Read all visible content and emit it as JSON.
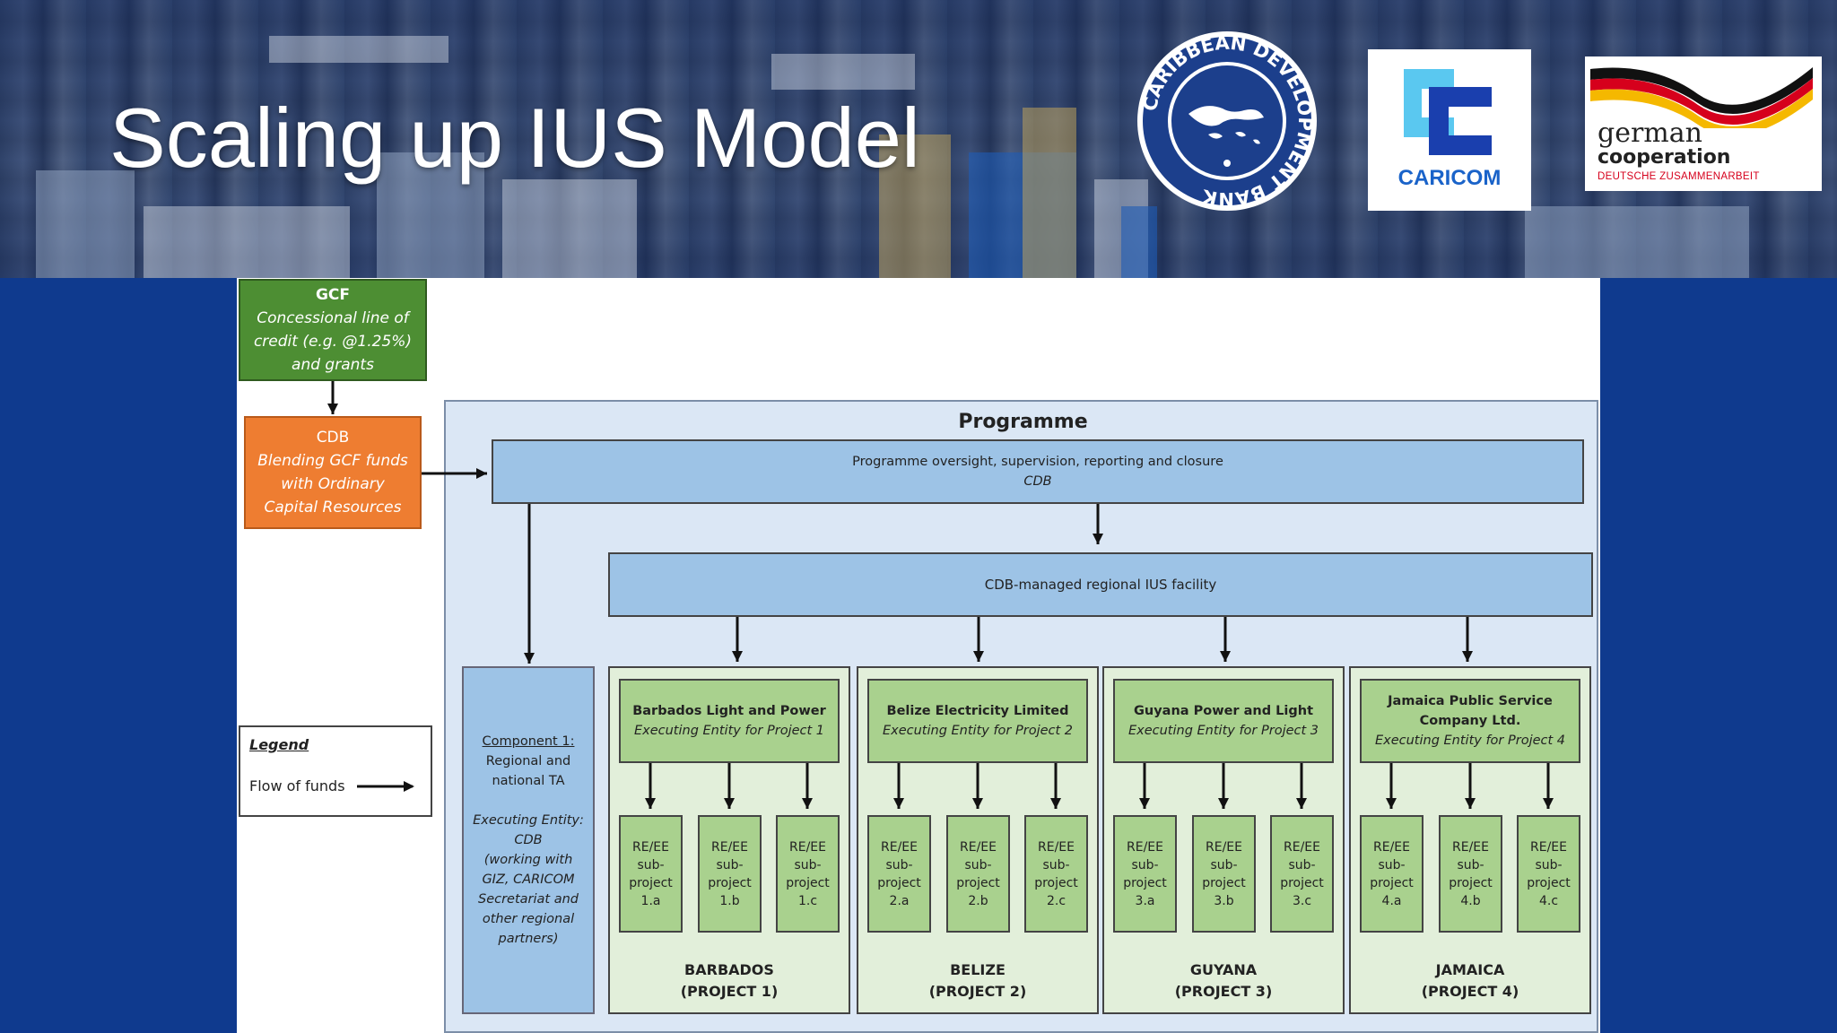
{
  "title": "Scaling up IUS Model",
  "logos": {
    "cdb_ring_text": "CARIBBEAN DEVELOPMENT BANK",
    "caricom": "CARICOM",
    "giz_line1": "german",
    "giz_line2": "cooperation",
    "giz_line3": "DEUTSCHE ZUSAMMENARBEIT"
  },
  "gcf": {
    "head": "GCF",
    "line1": "Concessional line of",
    "line2": "credit (e.g. @1.25%)",
    "line3": "and grants"
  },
  "cdb": {
    "head": "CDB",
    "line1": "Blending GCF funds",
    "line2": "with Ordinary",
    "line3": "Capital Resources"
  },
  "programme": {
    "title": "Programme",
    "oversight_line1": "Programme oversight, supervision, reporting and closure",
    "oversight_line2": "CDB",
    "facility": "CDB-managed regional IUS facility"
  },
  "component1": {
    "line1": "Component 1:",
    "line2": "Regional and",
    "line3": "national TA",
    "e1": "Executing Entity:",
    "e2": "CDB",
    "e3": "(working with",
    "e4": "GIZ, CARICOM",
    "e5": "Secretariat and",
    "e6": "other regional",
    "e7": "partners)"
  },
  "countries": [
    {
      "entity_lines": [
        "Barbados Light and Power"
      ],
      "role": "Executing Entity for Project 1",
      "subs": [
        [
          "RE/EE",
          "sub-",
          "project",
          "1.a"
        ],
        [
          "RE/EE",
          "sub-",
          "project",
          "1.b"
        ],
        [
          "RE/EE",
          "sub-",
          "project",
          "1.c"
        ]
      ],
      "label1": "BARBADOS",
      "label2": "(PROJECT 1)"
    },
    {
      "entity_lines": [
        "Belize Electricity Limited"
      ],
      "role": "Executing Entity for Project 2",
      "subs": [
        [
          "RE/EE",
          "sub-",
          "project",
          "2.a"
        ],
        [
          "RE/EE",
          "sub-",
          "project",
          "2.b"
        ],
        [
          "RE/EE",
          "sub-",
          "project",
          "2.c"
        ]
      ],
      "label1": "BELIZE",
      "label2": "(PROJECT 2)"
    },
    {
      "entity_lines": [
        "Guyana Power and Light"
      ],
      "role": "Executing Entity for Project 3",
      "subs": [
        [
          "RE/EE",
          "sub-",
          "project",
          "3.a"
        ],
        [
          "RE/EE",
          "sub-",
          "project",
          "3.b"
        ],
        [
          "RE/EE",
          "sub-",
          "project",
          "3.c"
        ]
      ],
      "label1": "GUYANA",
      "label2": "(PROJECT 3)"
    },
    {
      "entity_lines": [
        "Jamaica Public Service",
        "Company Ltd."
      ],
      "role": "Executing Entity for Project 4",
      "subs": [
        [
          "RE/EE",
          "sub-",
          "project",
          "4.a"
        ],
        [
          "RE/EE",
          "sub-",
          "project",
          "4.b"
        ],
        [
          "RE/EE",
          "sub-",
          "project",
          "4.c"
        ]
      ],
      "label1": "JAMAICA",
      "label2": "(PROJECT 4)"
    }
  ],
  "legend": {
    "title": "Legend",
    "label": "Flow of funds"
  },
  "colors": {
    "gcf": "#4d8e33",
    "cdb": "#ee7d31",
    "programme": "#dbe7f5",
    "facility": "#9dc3e6",
    "country": "#e2efda",
    "subproject": "#a9d18e",
    "background": "#0f3a8e"
  }
}
